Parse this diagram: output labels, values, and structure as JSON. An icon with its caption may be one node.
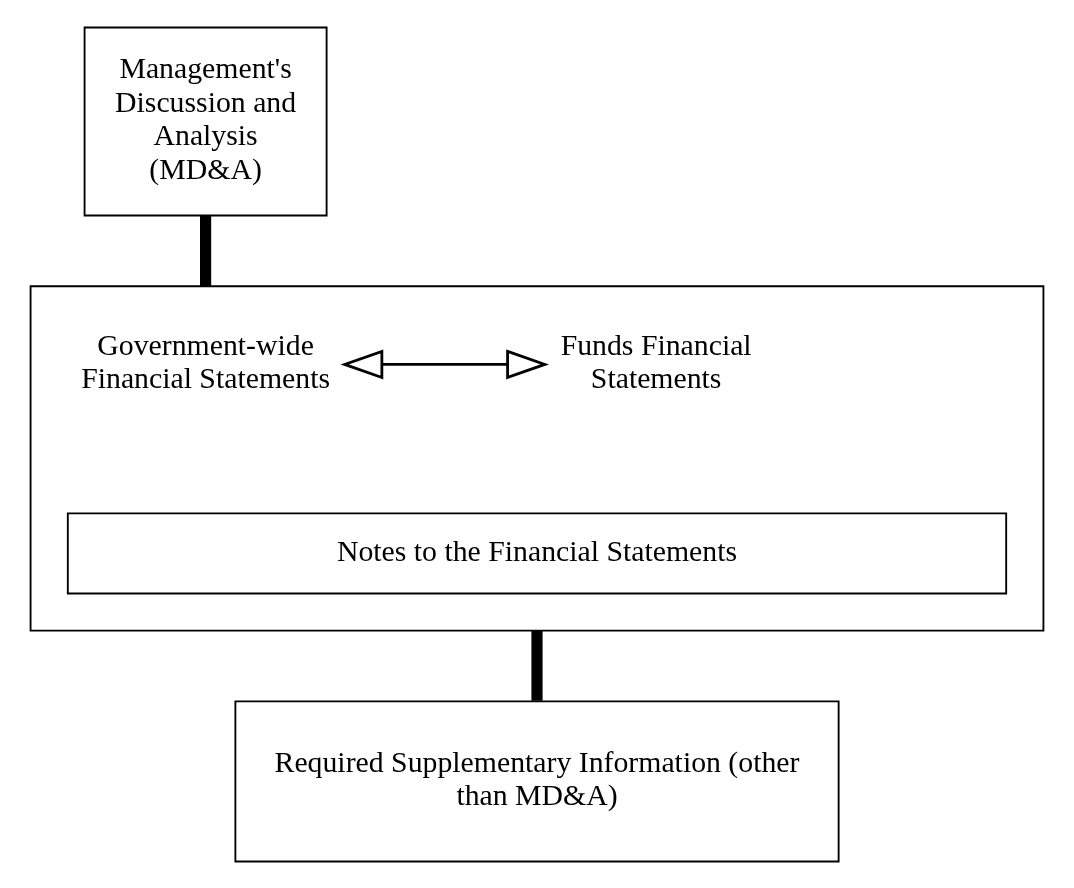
{
  "diagram": {
    "nodes": [
      {
        "text": [
          "Management's Discussion and Analysis (MD&A)"
        ]
      },
      {
        "text": [],
        "shape": "box"
      },
      {
        "text": [
          "Government-wide Financial Statements"
        ],
        "in": 1
      },
      {
        "text": [
          "Funds Financial Statements"
        ],
        "in": 1
      },
      {
        "text": [
          "Notes to the Financial Statements"
        ],
        "in": 1
      },
      {
        "text": [
          "Required Supplementary Information (other than MD&A)"
        ]
      }
    ],
    "edges": [
      {
        "from": 0,
        "to": 1,
        "arrow": "none"
      },
      {
        "from": 2,
        "to": 3,
        "arrow": "both"
      },
      {
        "from": 1,
        "to": 5,
        "arrow": "none"
      }
    ]
  }
}
